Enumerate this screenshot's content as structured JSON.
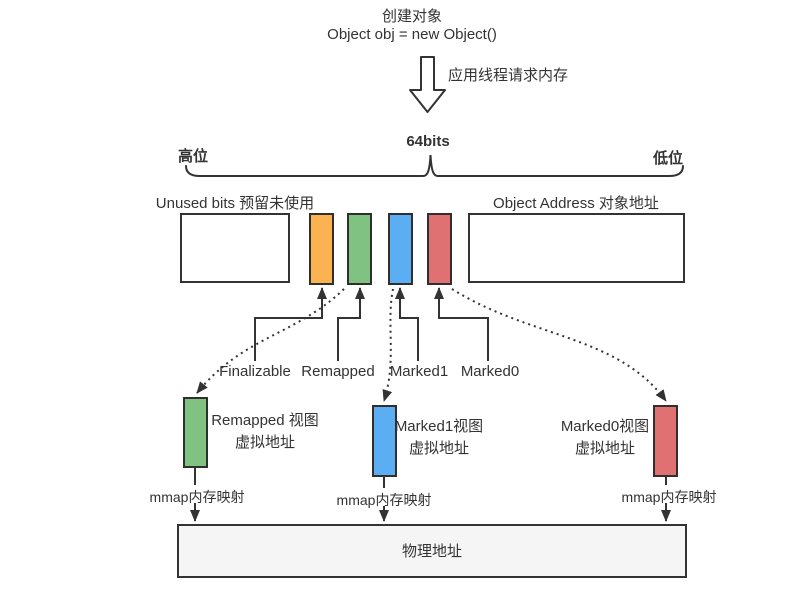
{
  "title": {
    "line1": "创建对象",
    "line2": "Object obj = new Object()"
  },
  "flow": {
    "arrow_label": "应用线程请求内存"
  },
  "bits_row": {
    "width_label": "64bits",
    "high_label": "高位",
    "low_label": "低位",
    "unused_box_label": "Unused bits 预留未使用",
    "address_box_label": "Object Address 对象地址",
    "flags": [
      {
        "label": "Finalizable",
        "color": "#FAB350"
      },
      {
        "label": "Remapped",
        "color": "#80C281"
      },
      {
        "label": "Marked1",
        "color": "#5BAEF2"
      },
      {
        "label": "Marked0",
        "color": "#DF7173"
      }
    ]
  },
  "views": [
    {
      "line1": "Remapped 视图",
      "line2": "虚拟地址",
      "color": "#80C281",
      "mmap_label": "mmap内存映射"
    },
    {
      "line1": "Marked1视图",
      "line2": "虚拟地址",
      "color": "#5BAEF2",
      "mmap_label": "mmap内存映射"
    },
    {
      "line1": "Marked0视图",
      "line2": "虚拟地址",
      "color": "#DF7173",
      "mmap_label": "mmap内存映射"
    }
  ],
  "physical": {
    "label": "物理地址"
  },
  "style": {
    "line_color": "#333333",
    "text_color": "#333333",
    "physical_fill": "#f5f5f5"
  }
}
